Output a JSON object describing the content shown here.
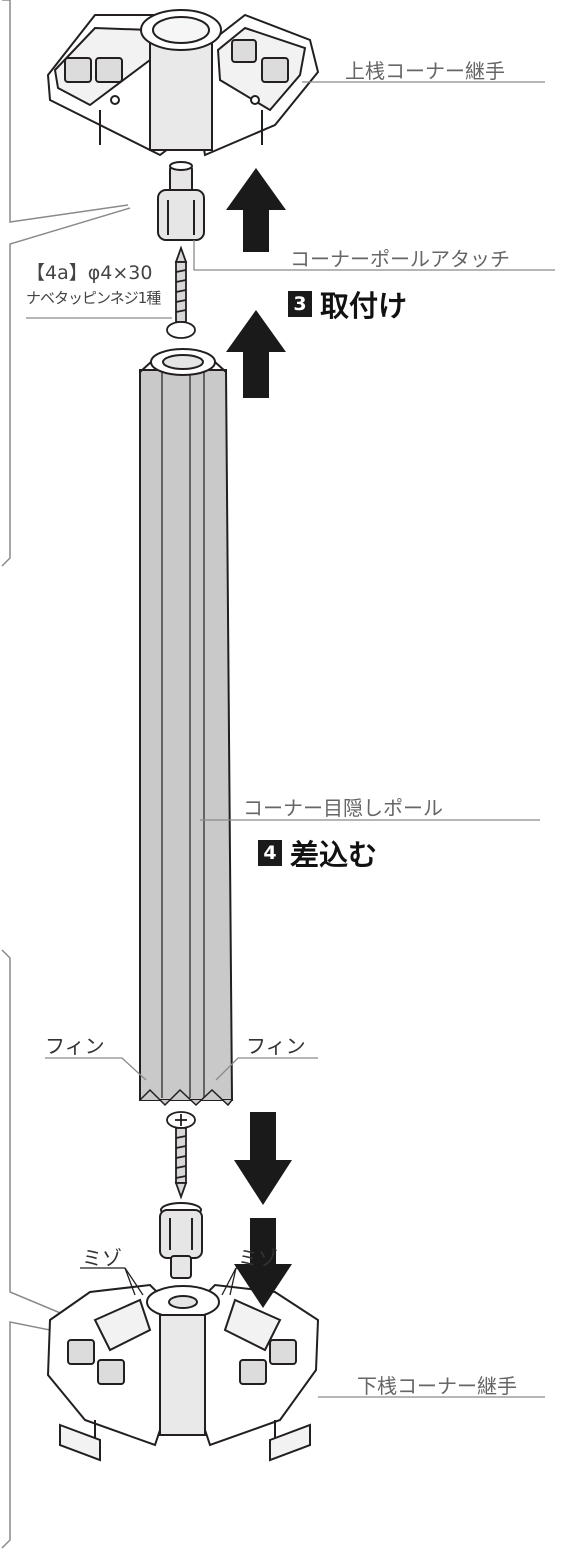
{
  "labels": {
    "upper_corner_joint": "上桟コーナー継手",
    "corner_pole_attach": "コーナーポールアタッチ",
    "screw_spec_line1": "【4a】φ4×30",
    "screw_spec_line2": "ナベタッピンネジ1種",
    "corner_blind_pole": "コーナー目隠しポール",
    "fin_left": "フィン",
    "fin_right": "フィン",
    "groove_left": "ミゾ",
    "groove_right": "ミゾ",
    "lower_corner_joint": "下桟コーナー継手"
  },
  "steps": [
    {
      "number": "3",
      "text": "取付け"
    },
    {
      "number": "4",
      "text": "差込む"
    }
  ],
  "colors": {
    "pole_fill": "#c9c9c9",
    "line": "#8a8a8a",
    "ink": "#231f20",
    "arrow": "#1a1a1a"
  },
  "icons": [
    "up-arrow-icon",
    "down-arrow-icon"
  ]
}
